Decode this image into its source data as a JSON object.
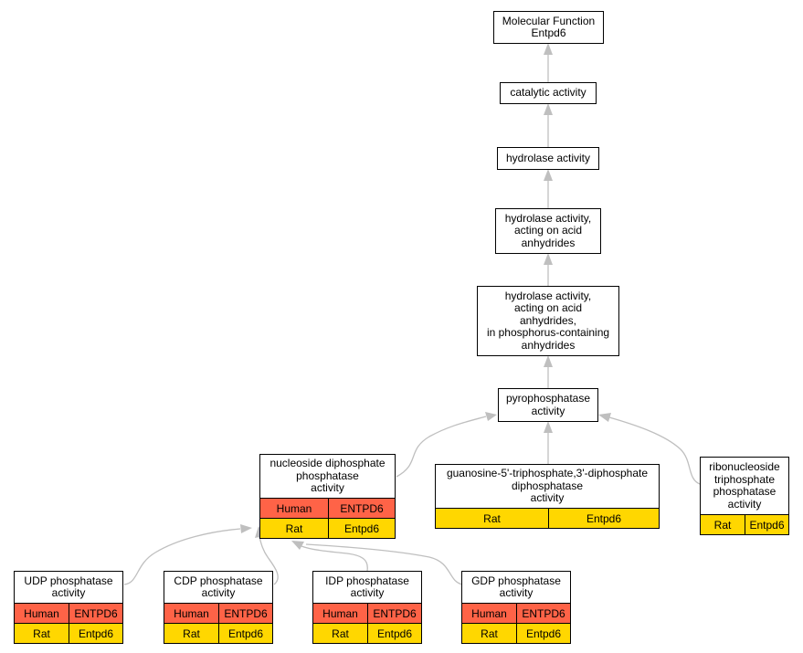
{
  "colors": {
    "human": "#ff6347",
    "rat": "#ffd700",
    "edge": "#bfbfbf"
  },
  "nodes": {
    "mf": {
      "label": "Molecular Function\nEntpd6"
    },
    "catalytic": {
      "label": "catalytic activity"
    },
    "hydrolase": {
      "label": "hydrolase activity"
    },
    "hydrolase_acid": {
      "label": "hydrolase activity,\nacting on acid\nanhydrides"
    },
    "hydrolase_phos": {
      "label": "hydrolase activity,\nacting on acid\nanhydrides,\nin phosphorus-containing\nanhydrides"
    },
    "pyro": {
      "label": "pyrophosphatase\nactivity"
    },
    "ndp": {
      "label": "nucleoside diphosphate\nphosphatase\nactivity",
      "rows": [
        {
          "species": "Human",
          "gene": "ENTPD6"
        },
        {
          "species": "Rat",
          "gene": "Entpd6"
        }
      ]
    },
    "guan": {
      "label": "guanosine-5'-triphosphate,3'-diphosphate\ndiphosphatase\nactivity",
      "rows": [
        {
          "species": "Rat",
          "gene": "Entpd6"
        }
      ]
    },
    "rntp": {
      "label": "ribonucleoside\ntriphosphate\nphosphatase\nactivity",
      "rows": [
        {
          "species": "Rat",
          "gene": "Entpd6"
        }
      ]
    },
    "udp": {
      "label": "UDP phosphatase\nactivity",
      "rows": [
        {
          "species": "Human",
          "gene": "ENTPD6"
        },
        {
          "species": "Rat",
          "gene": "Entpd6"
        }
      ]
    },
    "cdp": {
      "label": "CDP phosphatase\nactivity",
      "rows": [
        {
          "species": "Human",
          "gene": "ENTPD6"
        },
        {
          "species": "Rat",
          "gene": "Entpd6"
        }
      ]
    },
    "idp": {
      "label": "IDP phosphatase\nactivity",
      "rows": [
        {
          "species": "Human",
          "gene": "ENTPD6"
        },
        {
          "species": "Rat",
          "gene": "Entpd6"
        }
      ]
    },
    "gdp": {
      "label": "GDP phosphatase\nactivity",
      "rows": [
        {
          "species": "Human",
          "gene": "ENTPD6"
        },
        {
          "species": "Rat",
          "gene": "Entpd6"
        }
      ]
    }
  },
  "edges": [
    {
      "from": "catalytic",
      "to": "mf"
    },
    {
      "from": "hydrolase",
      "to": "catalytic"
    },
    {
      "from": "hydrolase_acid",
      "to": "hydrolase"
    },
    {
      "from": "hydrolase_phos",
      "to": "hydrolase_acid"
    },
    {
      "from": "pyro",
      "to": "hydrolase_phos"
    },
    {
      "from": "ndp",
      "to": "pyro"
    },
    {
      "from": "guan",
      "to": "pyro"
    },
    {
      "from": "rntp",
      "to": "pyro"
    },
    {
      "from": "udp",
      "to": "ndp"
    },
    {
      "from": "cdp",
      "to": "ndp"
    },
    {
      "from": "idp",
      "to": "ndp"
    },
    {
      "from": "gdp",
      "to": "ndp"
    }
  ]
}
